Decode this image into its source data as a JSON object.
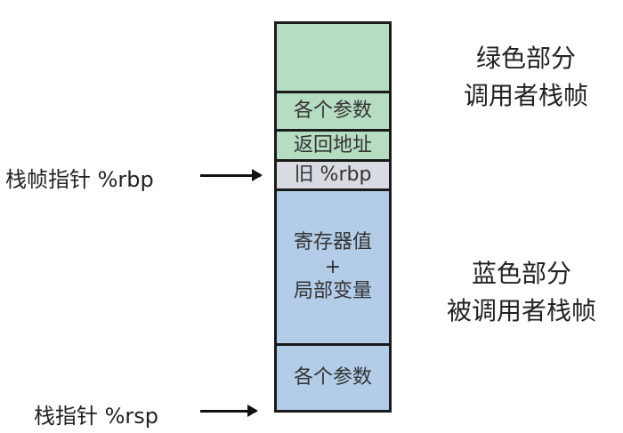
{
  "stack": {
    "cells": [
      {
        "label": "",
        "color": "#b6dcc2"
      },
      {
        "label": "各个参数",
        "color": "#b6dcc2"
      },
      {
        "label": "返回地址",
        "color": "#b6dcc2"
      },
      {
        "label": "旧 %rbp",
        "color": "#d9dbe2"
      },
      {
        "lines": [
          "寄存器值",
          "+",
          "局部变量"
        ],
        "color": "#b3cde8"
      },
      {
        "label": "各个参数",
        "color": "#b3cde8"
      }
    ]
  },
  "pointers": {
    "frame_pointer": "栈帧指针 %rbp",
    "stack_pointer": "栈指针 %rsp"
  },
  "regions": {
    "green": {
      "line1": "绿色部分",
      "line2": "调用者栈帧"
    },
    "blue": {
      "line1": "蓝色部分",
      "line2": "被调用者栈帧"
    }
  }
}
